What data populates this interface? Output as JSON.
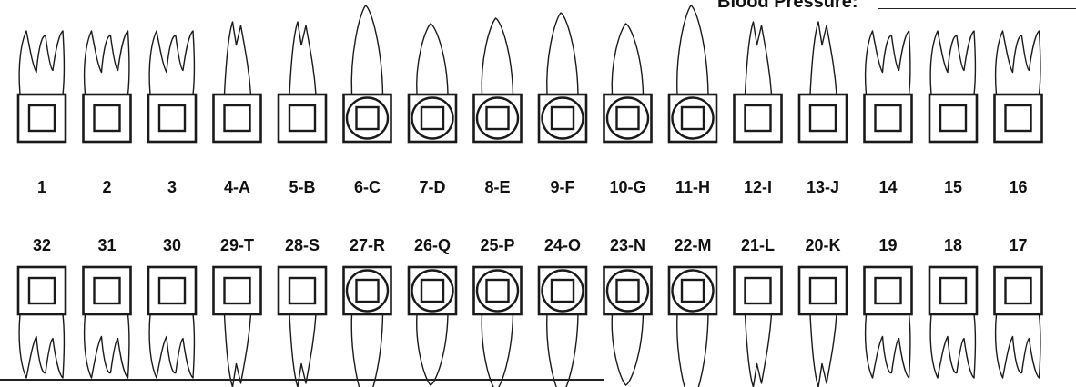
{
  "header": {
    "label": "Blood Pressure:"
  },
  "upper_arch": [
    {
      "number": "1",
      "shape": "square",
      "root": "molar"
    },
    {
      "number": "2",
      "shape": "square",
      "root": "molar"
    },
    {
      "number": "3",
      "shape": "square",
      "root": "molar"
    },
    {
      "number": "4-A",
      "shape": "square",
      "root": "premolar"
    },
    {
      "number": "5-B",
      "shape": "square",
      "root": "premolar"
    },
    {
      "number": "6-C",
      "shape": "circle",
      "root": "canine"
    },
    {
      "number": "7-D",
      "shape": "circle",
      "root": "incisor"
    },
    {
      "number": "8-E",
      "shape": "circle",
      "root": "incisor"
    },
    {
      "number": "9-F",
      "shape": "circle",
      "root": "incisor"
    },
    {
      "number": "10-G",
      "shape": "circle",
      "root": "incisor"
    },
    {
      "number": "11-H",
      "shape": "circle",
      "root": "canine"
    },
    {
      "number": "12-I",
      "shape": "square",
      "root": "premolar"
    },
    {
      "number": "13-J",
      "shape": "square",
      "root": "premolar"
    },
    {
      "number": "14",
      "shape": "square",
      "root": "molar"
    },
    {
      "number": "15",
      "shape": "square",
      "root": "molar"
    },
    {
      "number": "16",
      "shape": "square",
      "root": "molar"
    }
  ],
  "lower_arch": [
    {
      "number": "32",
      "shape": "square",
      "root": "molar"
    },
    {
      "number": "31",
      "shape": "square",
      "root": "molar"
    },
    {
      "number": "30",
      "shape": "square",
      "root": "molar"
    },
    {
      "number": "29-T",
      "shape": "square",
      "root": "premolar"
    },
    {
      "number": "28-S",
      "shape": "square",
      "root": "premolar"
    },
    {
      "number": "27-R",
      "shape": "circle",
      "root": "canine"
    },
    {
      "number": "26-Q",
      "shape": "circle",
      "root": "incisor"
    },
    {
      "number": "25-P",
      "shape": "circle",
      "root": "incisor"
    },
    {
      "number": "24-O",
      "shape": "circle",
      "root": "incisor"
    },
    {
      "number": "23-N",
      "shape": "circle",
      "root": "incisor"
    },
    {
      "number": "22-M",
      "shape": "circle",
      "root": "canine"
    },
    {
      "number": "21-L",
      "shape": "square",
      "root": "premolar"
    },
    {
      "number": "20-K",
      "shape": "square",
      "root": "premolar"
    },
    {
      "number": "19",
      "shape": "square",
      "root": "molar"
    },
    {
      "number": "18",
      "shape": "square",
      "root": "molar"
    },
    {
      "number": "17",
      "shape": "square",
      "root": "molar"
    }
  ],
  "colors": {
    "ink": "#1a1a1a",
    "background": "#ffffff"
  }
}
